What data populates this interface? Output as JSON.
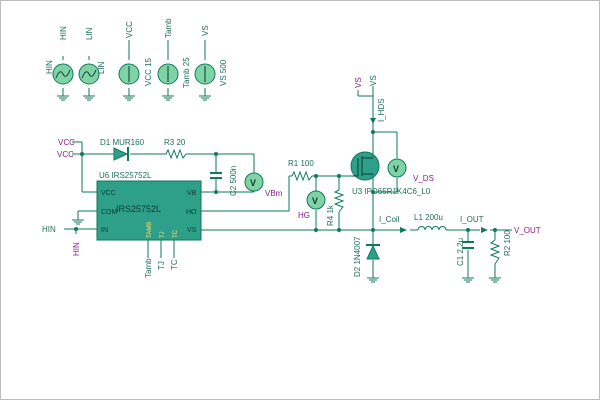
{
  "colors": {
    "wire": "#0f7a5a",
    "component_fill": "#2e9f88",
    "meter_fill": "#7fd3a5",
    "net_label": "#8b1a8b",
    "text": "#1f6f5c",
    "pin_label": "#ffe36b",
    "border": "#bdbdbd"
  },
  "sources": [
    {
      "name": "HIN",
      "value": "HIN"
    },
    {
      "name": "LIN",
      "value": "LIN"
    },
    {
      "name": "VCC",
      "value": "VCC 15"
    },
    {
      "name": "Tamb",
      "value": "Tamb 25"
    },
    {
      "name": "VS",
      "value": "VS 500"
    }
  ],
  "components": {
    "d1": "D1 MUR160",
    "r3": "R3 20",
    "c2": "C2 500n",
    "r1": "R1 100",
    "r4": "R4 1k",
    "u3": "U3 IPD65R1K4C6_L0",
    "u6": "U6 IRS25752L",
    "u6_body": "IRS25752L",
    "d2": "D2 1N4007",
    "l1": "L1 200u",
    "c1": "C1 2.2u",
    "r2": "R2 100"
  },
  "ic_pins": {
    "vcc": "VCC",
    "com": "COM",
    "in": "IN",
    "vb": "VB",
    "ho": "HO",
    "vs": "VS",
    "tamb": "TAMB",
    "tj": "TJ",
    "tc": "TC"
  },
  "probes": {
    "vbm": "VBm",
    "hg": "HG",
    "v_ds": "V_DS",
    "i_hds": "I_HDS",
    "i_coil": "I_Coil",
    "i_out": "I_OUT",
    "v_out": "V_OUT"
  },
  "nets": {
    "vcc_a": "VCC",
    "vcc_b": "VCC",
    "hin_in": "HIN",
    "hin_gnd": "HIN",
    "vs_top": "VS",
    "vs_top2": "VS",
    "tamb_net": "Tamb",
    "tj_net": "TJ",
    "tc_net": "TC"
  },
  "meter_symbol": "V"
}
